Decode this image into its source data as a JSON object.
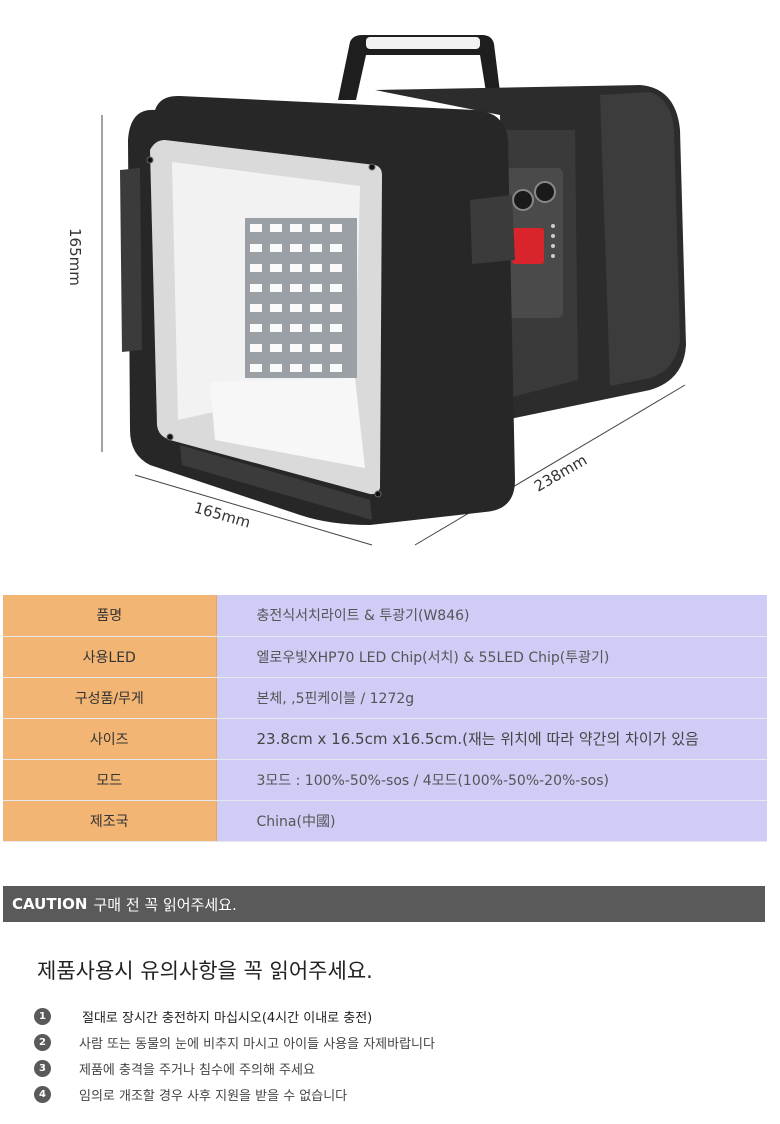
{
  "product_image": {
    "alt": "rechargeable searchlight product image",
    "dimensions": {
      "height": "165mm",
      "width": "165mm",
      "depth": "238mm"
    }
  },
  "specs": [
    {
      "key": "품명",
      "value": "충전식서치라이트 & 투광기(W846)"
    },
    {
      "key": "사용LED",
      "value": "엘로우빛XHP70 LED Chip(서치) & 55LED Chip(투광기)"
    },
    {
      "key": "구성품/무게",
      "value": "본체,   ,5핀케이블 / 1272g"
    },
    {
      "key": "사이즈",
      "value": "23.8cm x 16.5cm x16.5cm.(재는 위치에 따라 약간의 차이가 있음"
    },
    {
      "key": "모드",
      "value": "3모드 : 100%-50%-sos / 4모드(100%-50%-20%-sos)"
    },
    {
      "key": "제조국",
      "value": "China(中國)"
    }
  ],
  "caution": {
    "tag": "CAUTION",
    "text": "구매 전 꼭 읽어주세요."
  },
  "notice": {
    "title": "제품사용시 유의사항을 꼭 읽어주세요.",
    "items": [
      {
        "num": "1",
        "text": "절대로 장시간 충전하지 마십시오(4시간 이내로 충전)"
      },
      {
        "num": "2",
        "text": "사람 또는 동물의 눈에 비추지 마시고 아이들 사용을 자제바랍니다"
      },
      {
        "num": "3",
        "text": "제품에 충격을 주거나 침수에 주의해 주세요"
      },
      {
        "num": "4",
        "text": "임의로 개조할 경우 사후 지원을 받을 수 없습니다"
      }
    ]
  },
  "colors": {
    "spec_key_bg": "#f3b574",
    "spec_value_bg": "#cfccf6",
    "caution_bg": "#5a5a5a",
    "badge_bg": "#5a5a5a"
  }
}
